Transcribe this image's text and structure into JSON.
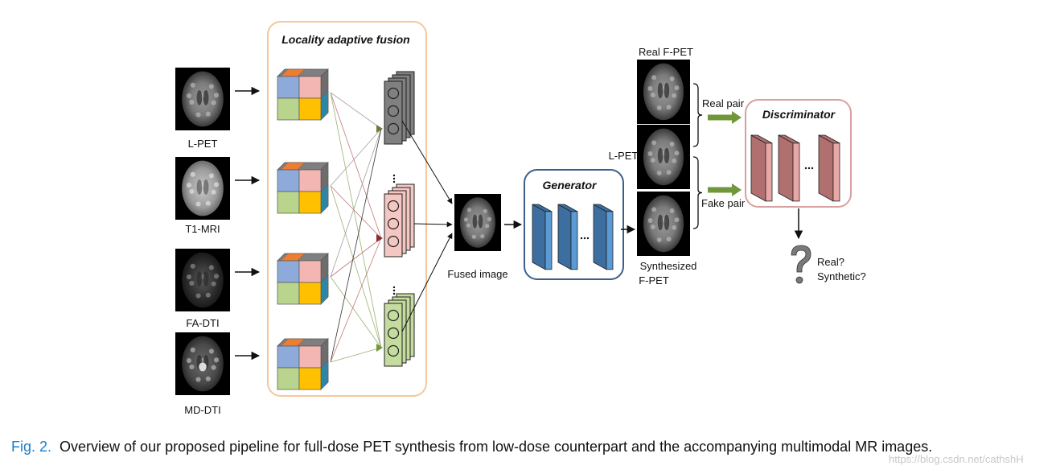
{
  "inputs": [
    {
      "label": "L-PET",
      "style": "pet"
    },
    {
      "label": "T1-MRI",
      "style": "mri"
    },
    {
      "label": "FA-DTI",
      "style": "fa"
    },
    {
      "label": "MD-DTI",
      "style": "md"
    }
  ],
  "fusion": {
    "title": "Locality adaptive fusion"
  },
  "fused": {
    "label": "Fused image"
  },
  "generator": {
    "title": "Generator"
  },
  "outputs": {
    "real_label": "Real F-PET",
    "lpet_label": "L-PET",
    "synth_label_line1": "Synthesized",
    "synth_label_line2": "F-PET",
    "real_pair": "Real pair",
    "fake_pair": "Fake pair"
  },
  "discriminator": {
    "title": "Discriminator"
  },
  "verdict": {
    "line1": "Real?",
    "line2": "Synthetic?",
    "icon": "question-mark-icon"
  },
  "caption": {
    "fig": "Fig. 2.",
    "text": "Overview of our proposed pipeline for full-dose PET synthesis from low-dose counterpart and the accompanying multimodal MR images."
  },
  "watermark": "https://blog.csdn.net/cathshH",
  "colors": {
    "fusion_border": "#f5c79a",
    "generator_border": "#3b5f8a",
    "discriminator_border": "#d8a0a0",
    "cube_blue": "#8eaadb",
    "cube_pink": "#f4b6b2",
    "cube_green": "#b9d48c",
    "cube_yellow": "#ffc000",
    "cube_orange": "#ed7d31",
    "cube_teal": "#2e86a6",
    "arrow_green": "#70973a",
    "caption_fig": "#1a7fc9"
  }
}
